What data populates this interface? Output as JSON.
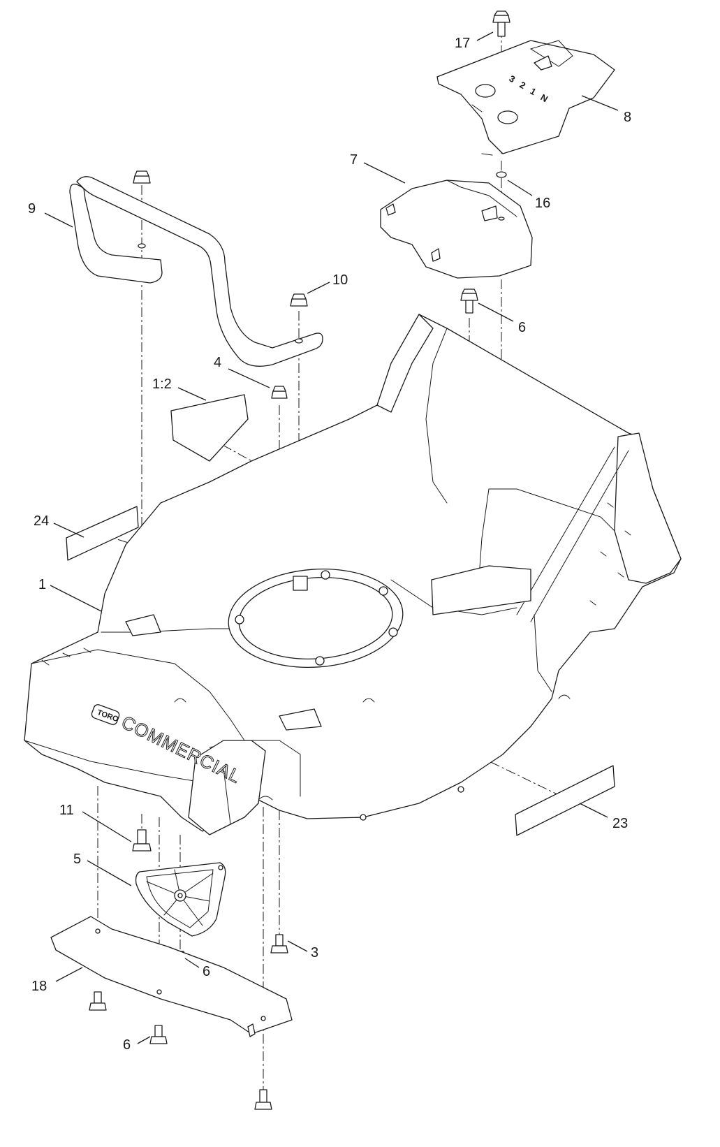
{
  "callouts": {
    "p17": "17",
    "p8": "8",
    "p7": "7",
    "p16": "16",
    "p9": "9",
    "p10": "10",
    "p6a": "6",
    "p4": "4",
    "p1_2": "1:2",
    "p24": "24",
    "p1": "1",
    "p11": "11",
    "p23": "23",
    "p5": "5",
    "p3": "3",
    "p6b": "6",
    "p18": "18",
    "p6c": "6"
  },
  "housing": {
    "logo_badge": "TORO",
    "logo_text": "COMMERCIAL"
  },
  "shift_cover": {
    "gear_marks": [
      "3",
      "2",
      "1",
      "N"
    ]
  }
}
